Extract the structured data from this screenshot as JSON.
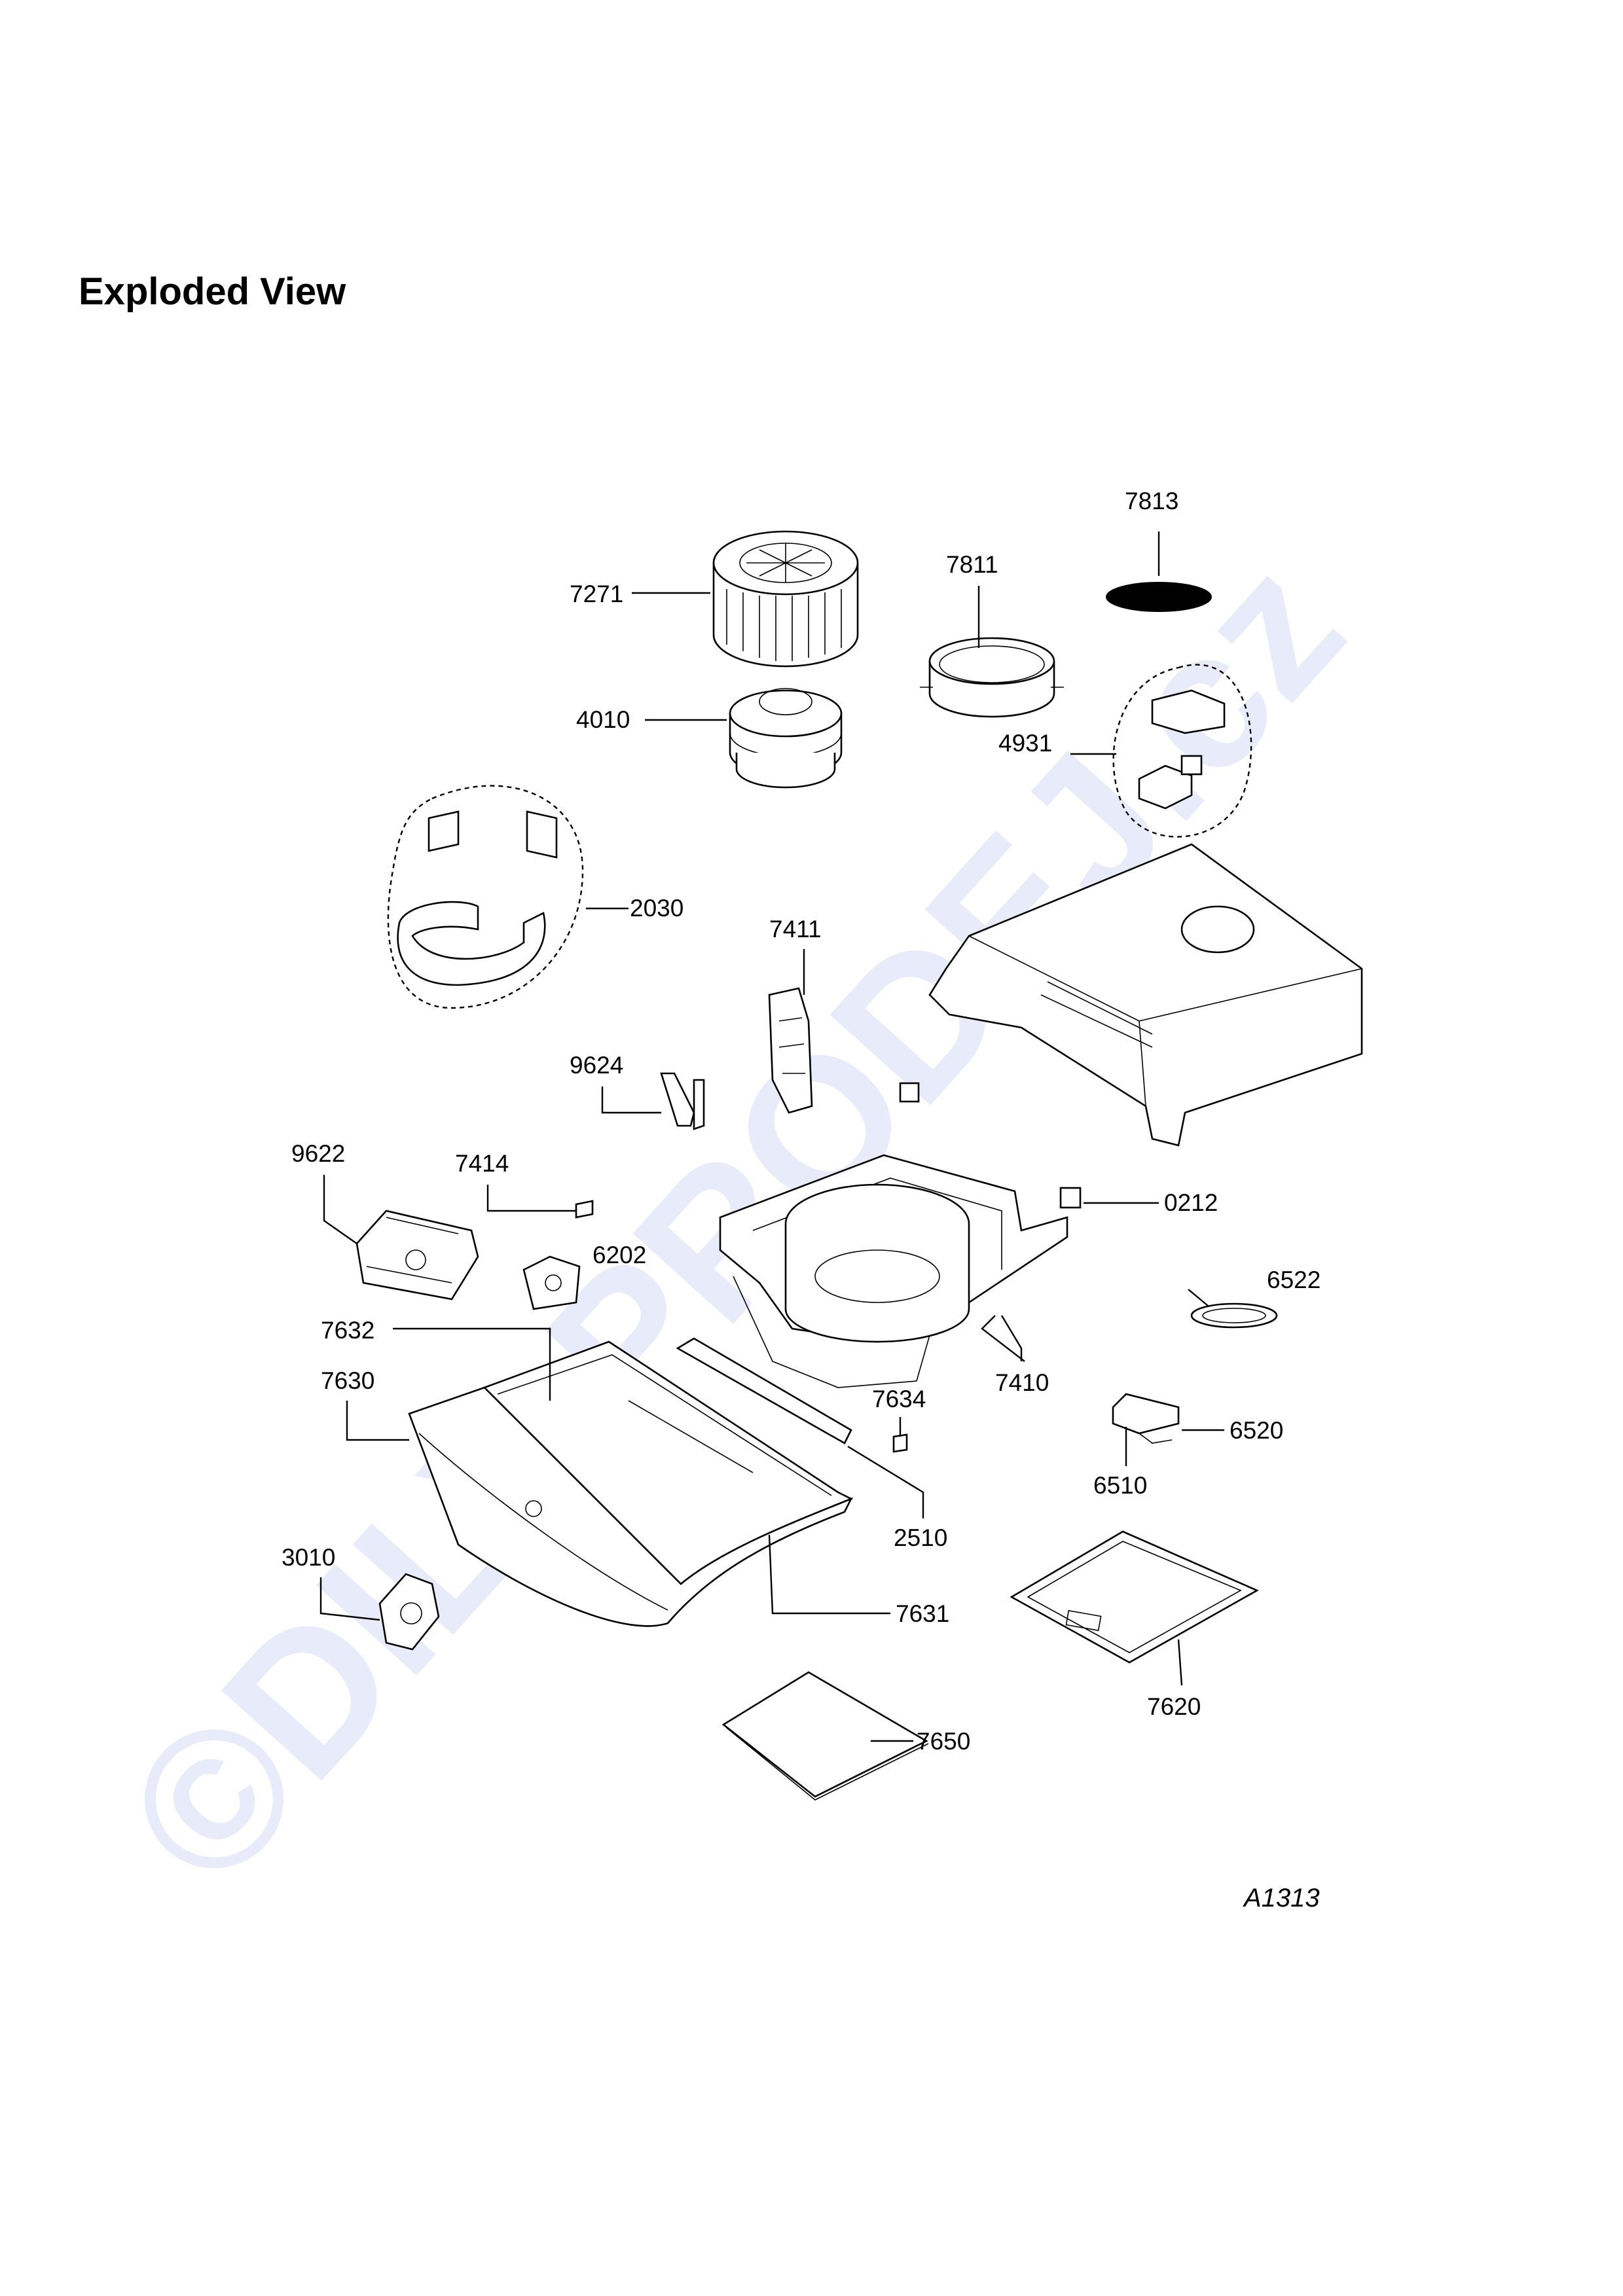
{
  "title": "Exploded View",
  "diagram_code": "A1313",
  "watermark": "©DILY-PRODEJ.cz",
  "labels": [
    {
      "id": "7813",
      "text": "7813"
    },
    {
      "id": "7271",
      "text": "7271"
    },
    {
      "id": "7811",
      "text": "7811"
    },
    {
      "id": "4010",
      "text": "4010"
    },
    {
      "id": "4931",
      "text": "4931"
    },
    {
      "id": "2030",
      "text": "2030"
    },
    {
      "id": "7411",
      "text": "7411"
    },
    {
      "id": "9624",
      "text": "9624"
    },
    {
      "id": "9622",
      "text": "9622"
    },
    {
      "id": "7414",
      "text": "7414"
    },
    {
      "id": "0212",
      "text": "0212"
    },
    {
      "id": "6202",
      "text": "6202"
    },
    {
      "id": "6522",
      "text": "6522"
    },
    {
      "id": "7632",
      "text": "7632"
    },
    {
      "id": "7630",
      "text": "7630"
    },
    {
      "id": "7410",
      "text": "7410"
    },
    {
      "id": "7634",
      "text": "7634"
    },
    {
      "id": "6520",
      "text": "6520"
    },
    {
      "id": "6510",
      "text": "6510"
    },
    {
      "id": "2510",
      "text": "2510"
    },
    {
      "id": "3010",
      "text": "3010"
    },
    {
      "id": "7631",
      "text": "7631"
    },
    {
      "id": "7620",
      "text": "7620"
    },
    {
      "id": "7650",
      "text": "7650"
    }
  ]
}
